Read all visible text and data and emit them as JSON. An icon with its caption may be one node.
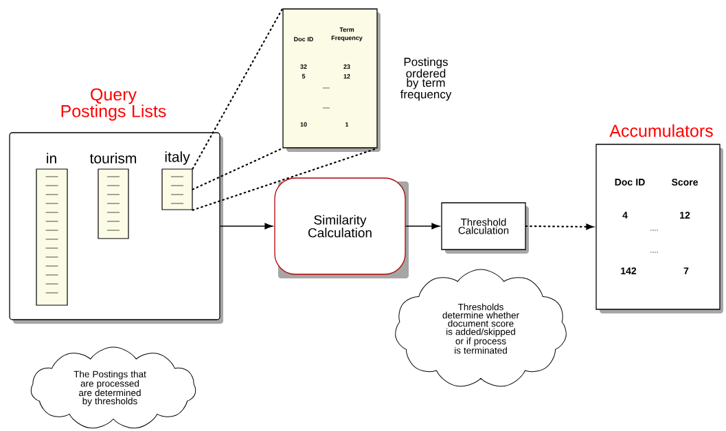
{
  "diagram": {
    "nodes": [
      {
        "text": [
          "Query Postings Lists"
        ]
      },
      {
        "text": [
          "in"
        ],
        "in": 0
      },
      {
        "text": [
          "tourism"
        ],
        "in": 0
      },
      {
        "text": [
          "italy"
        ],
        "in": 0
      },
      {
        "text": [
          "Doc ID",
          "Term Frequency",
          "32",
          "23",
          "5",
          "12",
          "10",
          "1"
        ],
        "beside": [
          "Postings ordered by term frequency"
        ]
      },
      {
        "text": [
          "Similarity Calculation"
        ]
      },
      {
        "text": [
          "Threshold Calculation"
        ]
      },
      {
        "text": [
          "Accumulators",
          "Doc ID",
          "Score",
          "4",
          "12",
          "142",
          "7"
        ]
      },
      {
        "text": [
          "The Postings that are processed are determined by thresholds"
        ]
      },
      {
        "text": [
          "Thresholds determine whether document score is added/skipped or if process is terminated"
        ]
      }
    ],
    "edges": [
      {
        "from": 0,
        "to": 5,
        "arrow": "to"
      },
      {
        "from": 5,
        "to": 6,
        "arrow": "to"
      },
      {
        "from": 6,
        "to": 7,
        "arrow": "to",
        "style": "dashed"
      },
      {
        "from": 3,
        "to": 4,
        "arrow": "none",
        "style": "dashed"
      },
      {
        "from": 3,
        "to": 4,
        "arrow": "none",
        "style": "dashed"
      },
      {
        "from": 3,
        "to": 4,
        "arrow": "none",
        "style": "dashed"
      }
    ]
  }
}
